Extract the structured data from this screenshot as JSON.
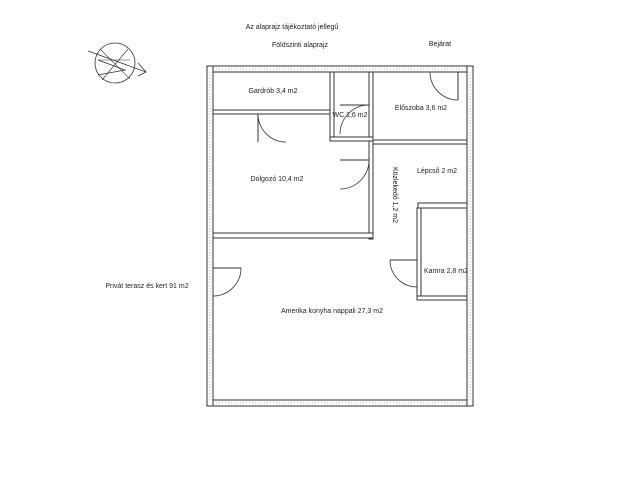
{
  "header": {
    "title": "Az alaprajz tájékoztató jellegű",
    "subtitle": "Földszinti alaprajz",
    "entrance": "Bejárat"
  },
  "compass": {
    "icon": "north-arrow-icon"
  },
  "rooms": {
    "gardrob": "Gardrób 3,4 m2",
    "wc": "WC 1,6 m2",
    "eloszoba": "Előszoba 3,6 m2",
    "dolgozo": "Dolgozó 10,4 m2",
    "kozlekedo": "Közlekedő 1,2 m2",
    "lepcso": "Lépcső 2 m2",
    "kamra": "Kamra 2,8 m2",
    "nappali": "Amerika konyha nappali 27,3 m2"
  },
  "outside": {
    "terasz": "Privát terasz és kert 91 m2"
  },
  "colors": {
    "wall": "#333333",
    "background": "#ffffff"
  }
}
